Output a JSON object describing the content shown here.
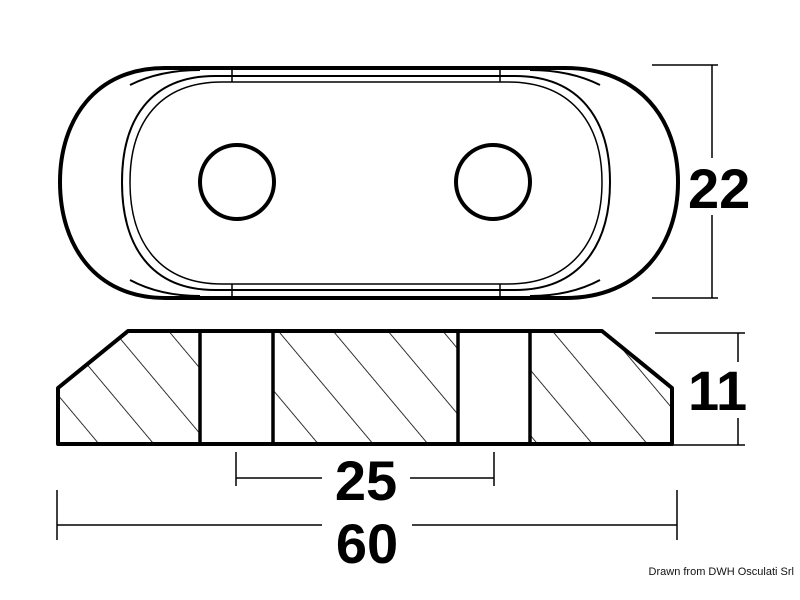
{
  "dimensions": {
    "height_top_view": "22",
    "thickness": "11",
    "hole_spacing": "25",
    "overall_length": "60"
  },
  "credit": "Drawn from DWH Osculati Srl",
  "colors": {
    "line": "#000000",
    "background": "#ffffff"
  }
}
